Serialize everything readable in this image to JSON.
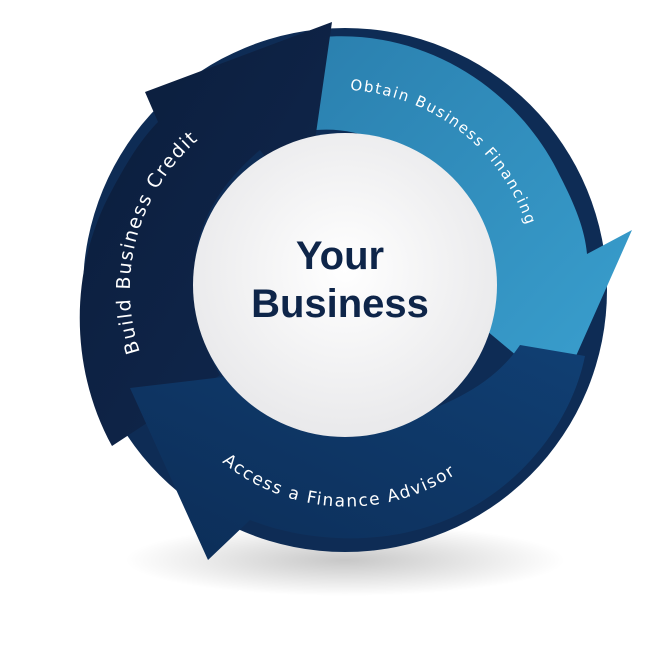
{
  "center": {
    "line1": "Your",
    "line2": "Business"
  },
  "steps": [
    {
      "label": "Build Business Credit",
      "color": "#0d2345"
    },
    {
      "label": "Obtain Business Financing",
      "color": "#2f8fbf"
    },
    {
      "label": "Access a Finance Advisor",
      "color": "#0f3a6b"
    }
  ],
  "colors": {
    "navy_dark": "#0d2345",
    "teal_blue": "#2f8fbf",
    "navy_mid": "#0f3a6b",
    "center_text": "#0e2549",
    "center_circle": "#f4f4f4"
  }
}
